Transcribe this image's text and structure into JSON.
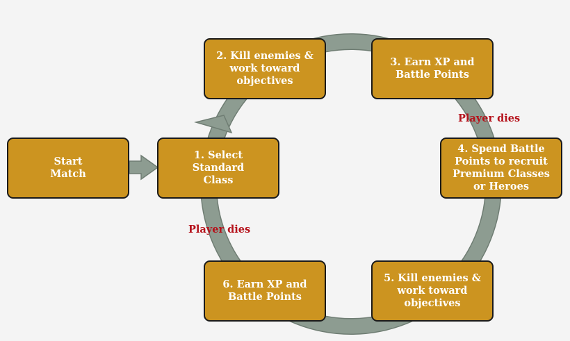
{
  "colors": {
    "box_fill": "#cc9420",
    "box_border": "#1a1a1a",
    "box_text": "#ffffff",
    "arrow": "#8d9c91",
    "arrow_outline": "#6f7d73",
    "label": "#b5121b",
    "background": "#f4f4f4"
  },
  "steps": {
    "start": "Start\nMatch",
    "select_class": "1. Select\nStandard\nClass",
    "kill_enemies_1": "2. Kill enemies &\nwork toward\nobjectives",
    "earn_xp_1": "3. Earn XP and\nBattle Points",
    "spend_points": "4. Spend Battle\nPoints to recruit\nPremium Classes\nor Heroes",
    "kill_enemies_2": "5. Kill enemies &\nwork toward\nobjectives",
    "earn_xp_2": "6. Earn XP and\nBattle Points"
  },
  "labels": {
    "player_dies_right": "Player dies",
    "player_dies_left": "Player dies"
  }
}
